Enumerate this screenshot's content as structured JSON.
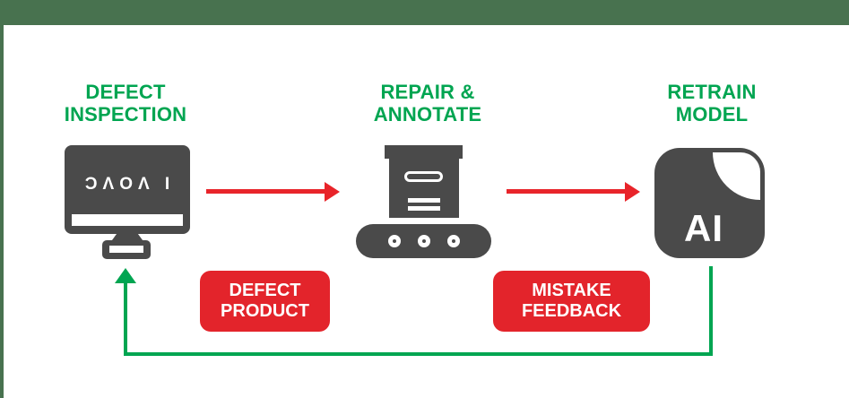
{
  "diagram": {
    "steps": [
      {
        "line1": "DEFECT",
        "line2": "INSPECTION",
        "icon": "monitor-icon",
        "screen_text": "ƆΛOΛ I"
      },
      {
        "line1": "REPAIR &",
        "line2": "ANNOTATE",
        "icon": "conveyor-box-icon"
      },
      {
        "line1": "RETRAIN",
        "line2": "MODEL",
        "icon": "ai-chip-icon",
        "chip_text": "AI"
      }
    ],
    "badges": [
      {
        "line1": "DEFECT",
        "line2": "PRODUCT"
      },
      {
        "line1": "MISTAKE",
        "line2": "FEEDBACK"
      }
    ],
    "arrows": {
      "forward_1": "defect-inspection to repair-annotate",
      "forward_2": "repair-annotate to retrain-model",
      "feedback_loop": "retrain-model back to defect-inspection"
    },
    "colors": {
      "banner_green": "#48724F",
      "accent_green": "#00A551",
      "badge_red": "#E3242B",
      "arrow_red": "#E8242A",
      "icon_gray": "#4A4A4A"
    }
  }
}
